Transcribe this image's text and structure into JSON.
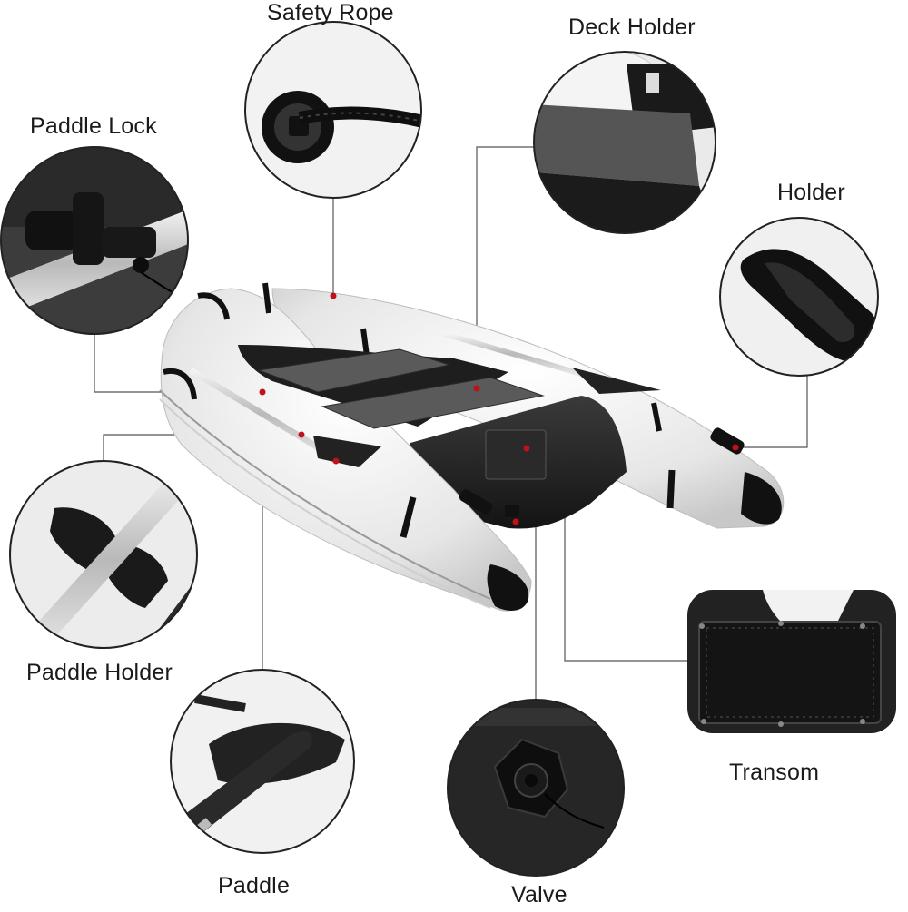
{
  "callouts": [
    {
      "id": "safety-rope",
      "label": "Safety Rope"
    },
    {
      "id": "deck-holder",
      "label": "Deck Holder"
    },
    {
      "id": "paddle-lock",
      "label": "Paddle Lock"
    },
    {
      "id": "holder",
      "label": "Holder"
    },
    {
      "id": "paddle-holder",
      "label": "Paddle Holder"
    },
    {
      "id": "transom",
      "label": "Transom"
    },
    {
      "id": "paddle",
      "label": "Paddle"
    },
    {
      "id": "valve",
      "label": "Valve"
    }
  ],
  "colors": {
    "leader_line": "#555555",
    "marker_dot": "#c0101a",
    "hull_white": "#eeeeee",
    "hull_black": "#1c1c1c",
    "circle_border": "#222222"
  }
}
